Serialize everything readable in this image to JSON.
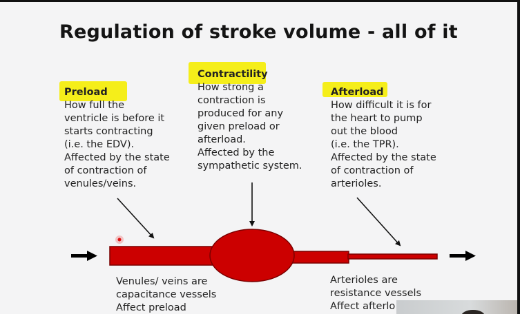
{
  "title": "Regulation of stroke volume - all of it",
  "highlight_color": "#f5ee1a",
  "vessel_color": "#cc0000",
  "columns": {
    "preload": {
      "heading": "Preload",
      "lines": [
        "How full the",
        "ventricle is before it",
        "starts contracting",
        "(i.e. the EDV).",
        "Affected by the state",
        "of contraction of",
        "venules/veins."
      ]
    },
    "contractility": {
      "heading": "Contractility",
      "lines": [
        "How strong a",
        "contraction is",
        "produced for any",
        "given preload or",
        "afterload.",
        "Affected by the",
        "sympathetic system."
      ]
    },
    "afterload": {
      "heading": "Afterload",
      "lines": [
        "How difficult it is for",
        "the heart to pump",
        "out the blood",
        "(i.e. the TPR).",
        "Affected by the state",
        "of contraction of",
        "arterioles."
      ]
    }
  },
  "captions": {
    "venules": [
      "Venules/ veins are",
      "capacitance vessels",
      "Affect preload"
    ],
    "arterioles": [
      "Arterioles are",
      "resistance vessels",
      "Affect afterlo"
    ]
  }
}
